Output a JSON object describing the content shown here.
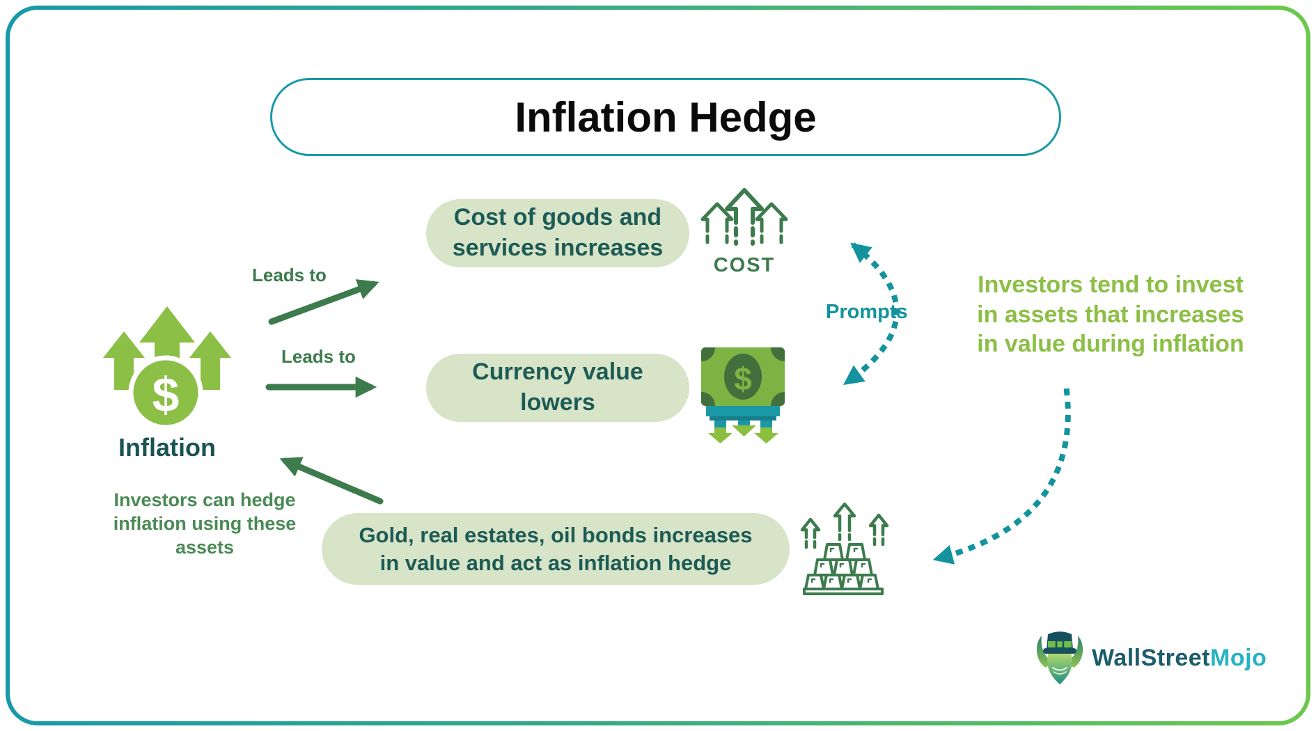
{
  "page": {
    "title": "Inflation Hedge"
  },
  "colors": {
    "border_gradient_start": "#1899a8",
    "border_gradient_end": "#6cc84b",
    "title_border": "#1b9aa6",
    "pill_background": "#d7e4c8",
    "pill_text": "#1d5b55",
    "arrow_dark_green": "#3d7b4d",
    "icon_yellow_green": "#8cbf45",
    "note_medium_green": "#4a8a55",
    "prompts_teal": "#12939e",
    "money_note_green": "#7db343",
    "money_note_dark": "#41703c",
    "money_teal_band": "#1b98a5",
    "logo_dark": "#1c5c6b",
    "logo_accent": "#25b2c4"
  },
  "diagram": {
    "inflation": {
      "label": "Inflation"
    },
    "arrows": {
      "leads_to_1": "Leads to",
      "leads_to_2": "Leads to",
      "prompts": "Prompts"
    },
    "boxes": {
      "cost": "Cost of goods and\nservices increases",
      "currency": "Currency value\nlowers",
      "hedge": "Gold, real estates, oil bonds increases\nin value and act as inflation hedge"
    },
    "icons": {
      "cost_label": "COST"
    },
    "notes": {
      "investors_invest": "Investors tend to invest\nin assets that increases\nin value during inflation",
      "investors_hedge": "Investors can hedge\ninflation using these\nassets"
    }
  },
  "footer": {
    "brand_primary": "WallStreet",
    "brand_accent": "Mojo"
  }
}
